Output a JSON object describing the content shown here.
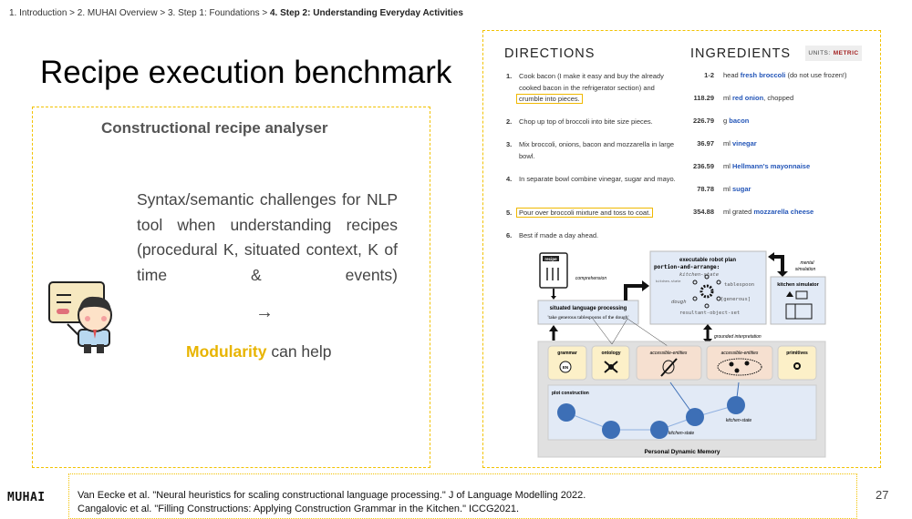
{
  "breadcrumb": {
    "path": "1. Introduction > 2. MUHAI Overview > 3. Step 1: Foundations > ",
    "current": "4. Step 2: Understanding Everyday Activities"
  },
  "title": "Recipe execution benchmark",
  "left": {
    "subtitle": "Constructional recipe analyser",
    "body": "Syntax/semantic challenges for NLP tool when understanding recipes (procedural K, situated context, K of time & events)",
    "arrow": "→",
    "modularity": "Modularity",
    "help": " can help"
  },
  "recipe": {
    "directions_heading": "DIRECTIONS",
    "ingredients_heading": "INGREDIENTS",
    "units_label": "UNITS:",
    "units_value": "METRIC",
    "directions": [
      {
        "n": "1.",
        "text": "Cook bacon (I make it easy and buy the already cooked bacon in the refrigerator section) and",
        "highlight": "crumble into pieces."
      },
      {
        "n": "2.",
        "text": "Chop up top of broccoli into bite size pieces."
      },
      {
        "n": "3.",
        "text": "Mix broccoli, onions, bacon and mozzarella in large bowl."
      },
      {
        "n": "4.",
        "text": "In separate bowl combine vinegar, sugar and mayo."
      },
      {
        "n": "5.",
        "highlight": "Pour over broccoli mixture and toss to coat."
      },
      {
        "n": "6.",
        "text": "Best if made a day ahead."
      }
    ],
    "ingredients": [
      {
        "qty": "1-2",
        "unit": "head ",
        "name": "fresh broccoli",
        "rest": " (do not use frozen!)"
      },
      {
        "qty": "118.29",
        "unit": "ml ",
        "name": "red onion",
        "rest": ", chopped"
      },
      {
        "qty": "226.79",
        "unit": "g ",
        "name": "bacon",
        "rest": ""
      },
      {
        "qty": "36.97",
        "unit": "ml ",
        "name": "vinegar",
        "rest": ""
      },
      {
        "qty": "236.59",
        "unit": "ml ",
        "name": "Hellmann's mayonnaise",
        "rest": ""
      },
      {
        "qty": "78.78",
        "unit": "ml ",
        "name": "sugar",
        "rest": ""
      },
      {
        "qty": "354.88",
        "unit": "ml grated ",
        "name": "mozzarella cheese",
        "rest": ""
      }
    ]
  },
  "diagram": {
    "recipe_label": "recipe",
    "comprehension": "comprehension",
    "slp_title": "situated language processing",
    "slp_text": "'take generous tablespoons of the dough'",
    "plan_title": "executable robot plan",
    "plan_fn": "portion-and-arrange:",
    "plan_ks": "kitchen-state",
    "plan_ks2": "kitchen-state",
    "plan_tbsp": "tablespoon",
    "plan_dough": "dough",
    "plan_gen": "[generous]",
    "plan_res": "resultant-object-set",
    "mental": "mental",
    "simulation": "simulation",
    "kitchen_sim": "kitchen simulator",
    "grounded": "grounded interpretation",
    "modules": [
      "grammar",
      "ontology",
      "accessible-entities",
      "accessible-entities",
      "primitives"
    ],
    "en": "EN",
    "plot": "plot construction",
    "ks_i": "kitchen-state",
    "ks_j": "kitchen-state",
    "pdm": "Personal Dynamic Memory",
    "colors": {
      "module_yellow": "#fcf0c8",
      "module_peach": "#f6e0d0",
      "panel_blue": "#e2eaf6",
      "node_blue": "#3d6fb6",
      "gray": "#e0e0e0"
    }
  },
  "footer": {
    "logo": "MUHAI",
    "refs": [
      "Van Eecke et al. \"Neural heuristics for scaling constructional language processing.\" J of Language Modelling 2022.",
      "Cangalovic et al. \"Filling Constructions: Applying Construction Grammar in the Kitchen.\" ICCG2021."
    ],
    "page": "27"
  }
}
